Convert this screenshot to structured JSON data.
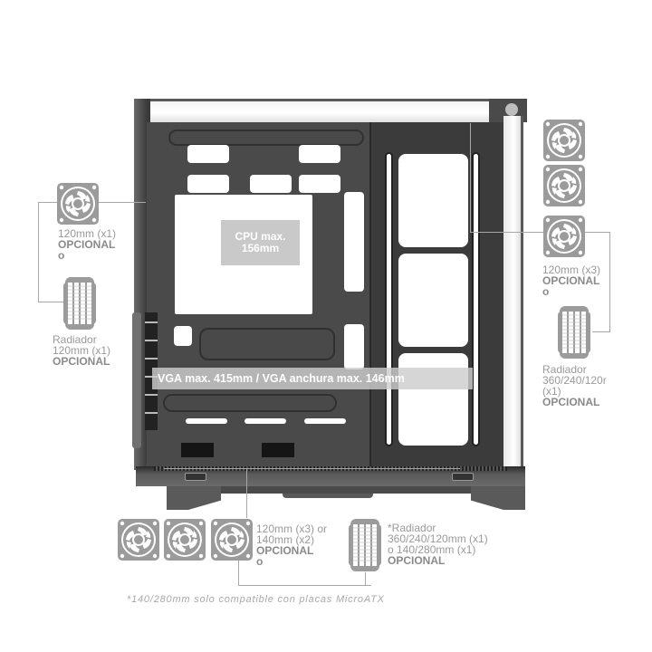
{
  "diagram": {
    "subject": "PC case interior side view with cooling compatibility",
    "colors": {
      "icon_gray": "#9b9b9b",
      "text_gray": "#9a9a9a",
      "line_gray": "#a8a8a8",
      "case_dark": "#4a4a4a",
      "overlay_gray": "#c9c9c9"
    }
  },
  "overlays": {
    "cpu": {
      "line1": "CPU max.",
      "line2": "156mm"
    },
    "vga": {
      "text": "VGA max. 415mm / VGA anchura max. 146mm"
    }
  },
  "callouts": {
    "rear_fan": {
      "icon": "fan-icon",
      "line1": "120mm (x1)",
      "line2": "OPCIONAL",
      "line3": "o"
    },
    "rear_radiator": {
      "icon": "radiator-icon",
      "line1": "Radiador",
      "line2": "120mm (x1)",
      "line3": "OPCIONAL"
    },
    "side_fans": {
      "icon": "fan-icon",
      "count": 3,
      "line1": "120mm (x3)",
      "line2": "OPCIONAL",
      "line3": "o"
    },
    "side_radiator": {
      "icon": "radiator-icon",
      "line1": "Radiador",
      "line2": "360/240/120r",
      "line3": "(x1)",
      "line4": "OPCIONAL"
    },
    "bottom_fans": {
      "icon": "fan-icon",
      "count": 3,
      "line1": "120mm (x3) or",
      "line2": "140mm (x2)",
      "line3": "OPCIONAL",
      "line4": "o"
    },
    "bottom_radiator": {
      "icon": "radiator-icon",
      "line1": "*Radiador",
      "line2": "360/240/120mm (x1)",
      "line3": "o 140/280mm (x1)",
      "line4": "OPCIONAL"
    }
  },
  "footnote": "*140/280mm solo compatible con placas MicroATX"
}
